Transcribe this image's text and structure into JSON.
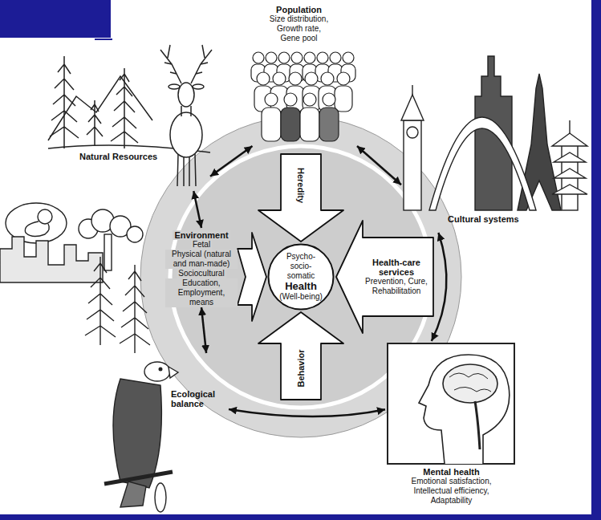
{
  "diagram": {
    "nodes": [
      {
        "text": [
          "Population",
          "Size distribution,",
          "Growth rate,",
          "Gene pool"
        ]
      },
      {
        "text": [
          "Natural Resources"
        ]
      },
      {
        "text": [
          "Cultural systems"
        ]
      },
      {
        "text": [
          "Heredity"
        ]
      },
      {
        "text": [
          "Environment",
          "Fetal",
          "Physical (natural and man-made)",
          "Sociocultural",
          "Education, Employment, means"
        ]
      },
      {
        "text": [
          "Psycho-socio-somatic",
          "Health",
          "(Well-being)"
        ]
      },
      {
        "text": [
          "Health-care services",
          "Prevention, Cure, Rehabilitation"
        ]
      },
      {
        "text": [
          "Behavior"
        ]
      },
      {
        "text": [
          "Ecological balance"
        ]
      },
      {
        "text": [
          "Mental health",
          "Emotional satisfaction,",
          "Intellectual efficiency,",
          "Adaptability"
        ]
      }
    ],
    "edges": [
      {
        "from": 1,
        "to": 0,
        "arrow": "both"
      },
      {
        "from": 0,
        "to": 2,
        "arrow": "both"
      },
      {
        "from": 2,
        "to": 9,
        "arrow": "both"
      },
      {
        "from": 9,
        "to": 8,
        "arrow": "both"
      },
      {
        "from": 4,
        "to": 8,
        "arrow": "both"
      },
      {
        "from": 1,
        "to": 4,
        "arrow": "both"
      }
    ]
  }
}
